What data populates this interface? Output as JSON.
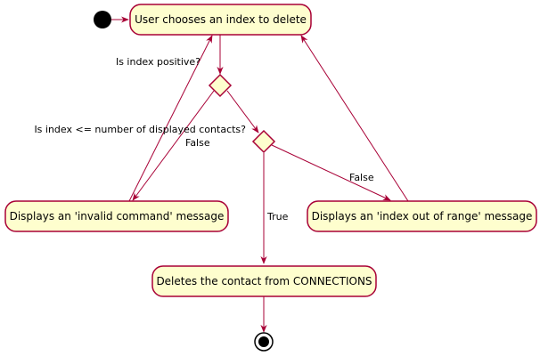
{
  "colors": {
    "node_fill": "#FEFECE",
    "node_stroke": "#A80036",
    "edge": "#A80036",
    "text": "#000000",
    "start_node": "#000000"
  },
  "nodes": {
    "choose_index": "User chooses an index to delete",
    "invalid_command": "Displays an 'invalid command' message",
    "out_of_range": "Displays an 'index out of range' message",
    "delete_contact": "Deletes the contact from CONNECTIONS"
  },
  "conditions": {
    "is_positive": "Is index positive?",
    "within_count": "Is index <= number of displayed contacts?"
  },
  "branch_labels": {
    "positive_false": "False",
    "count_false": "False",
    "count_true": "True"
  }
}
